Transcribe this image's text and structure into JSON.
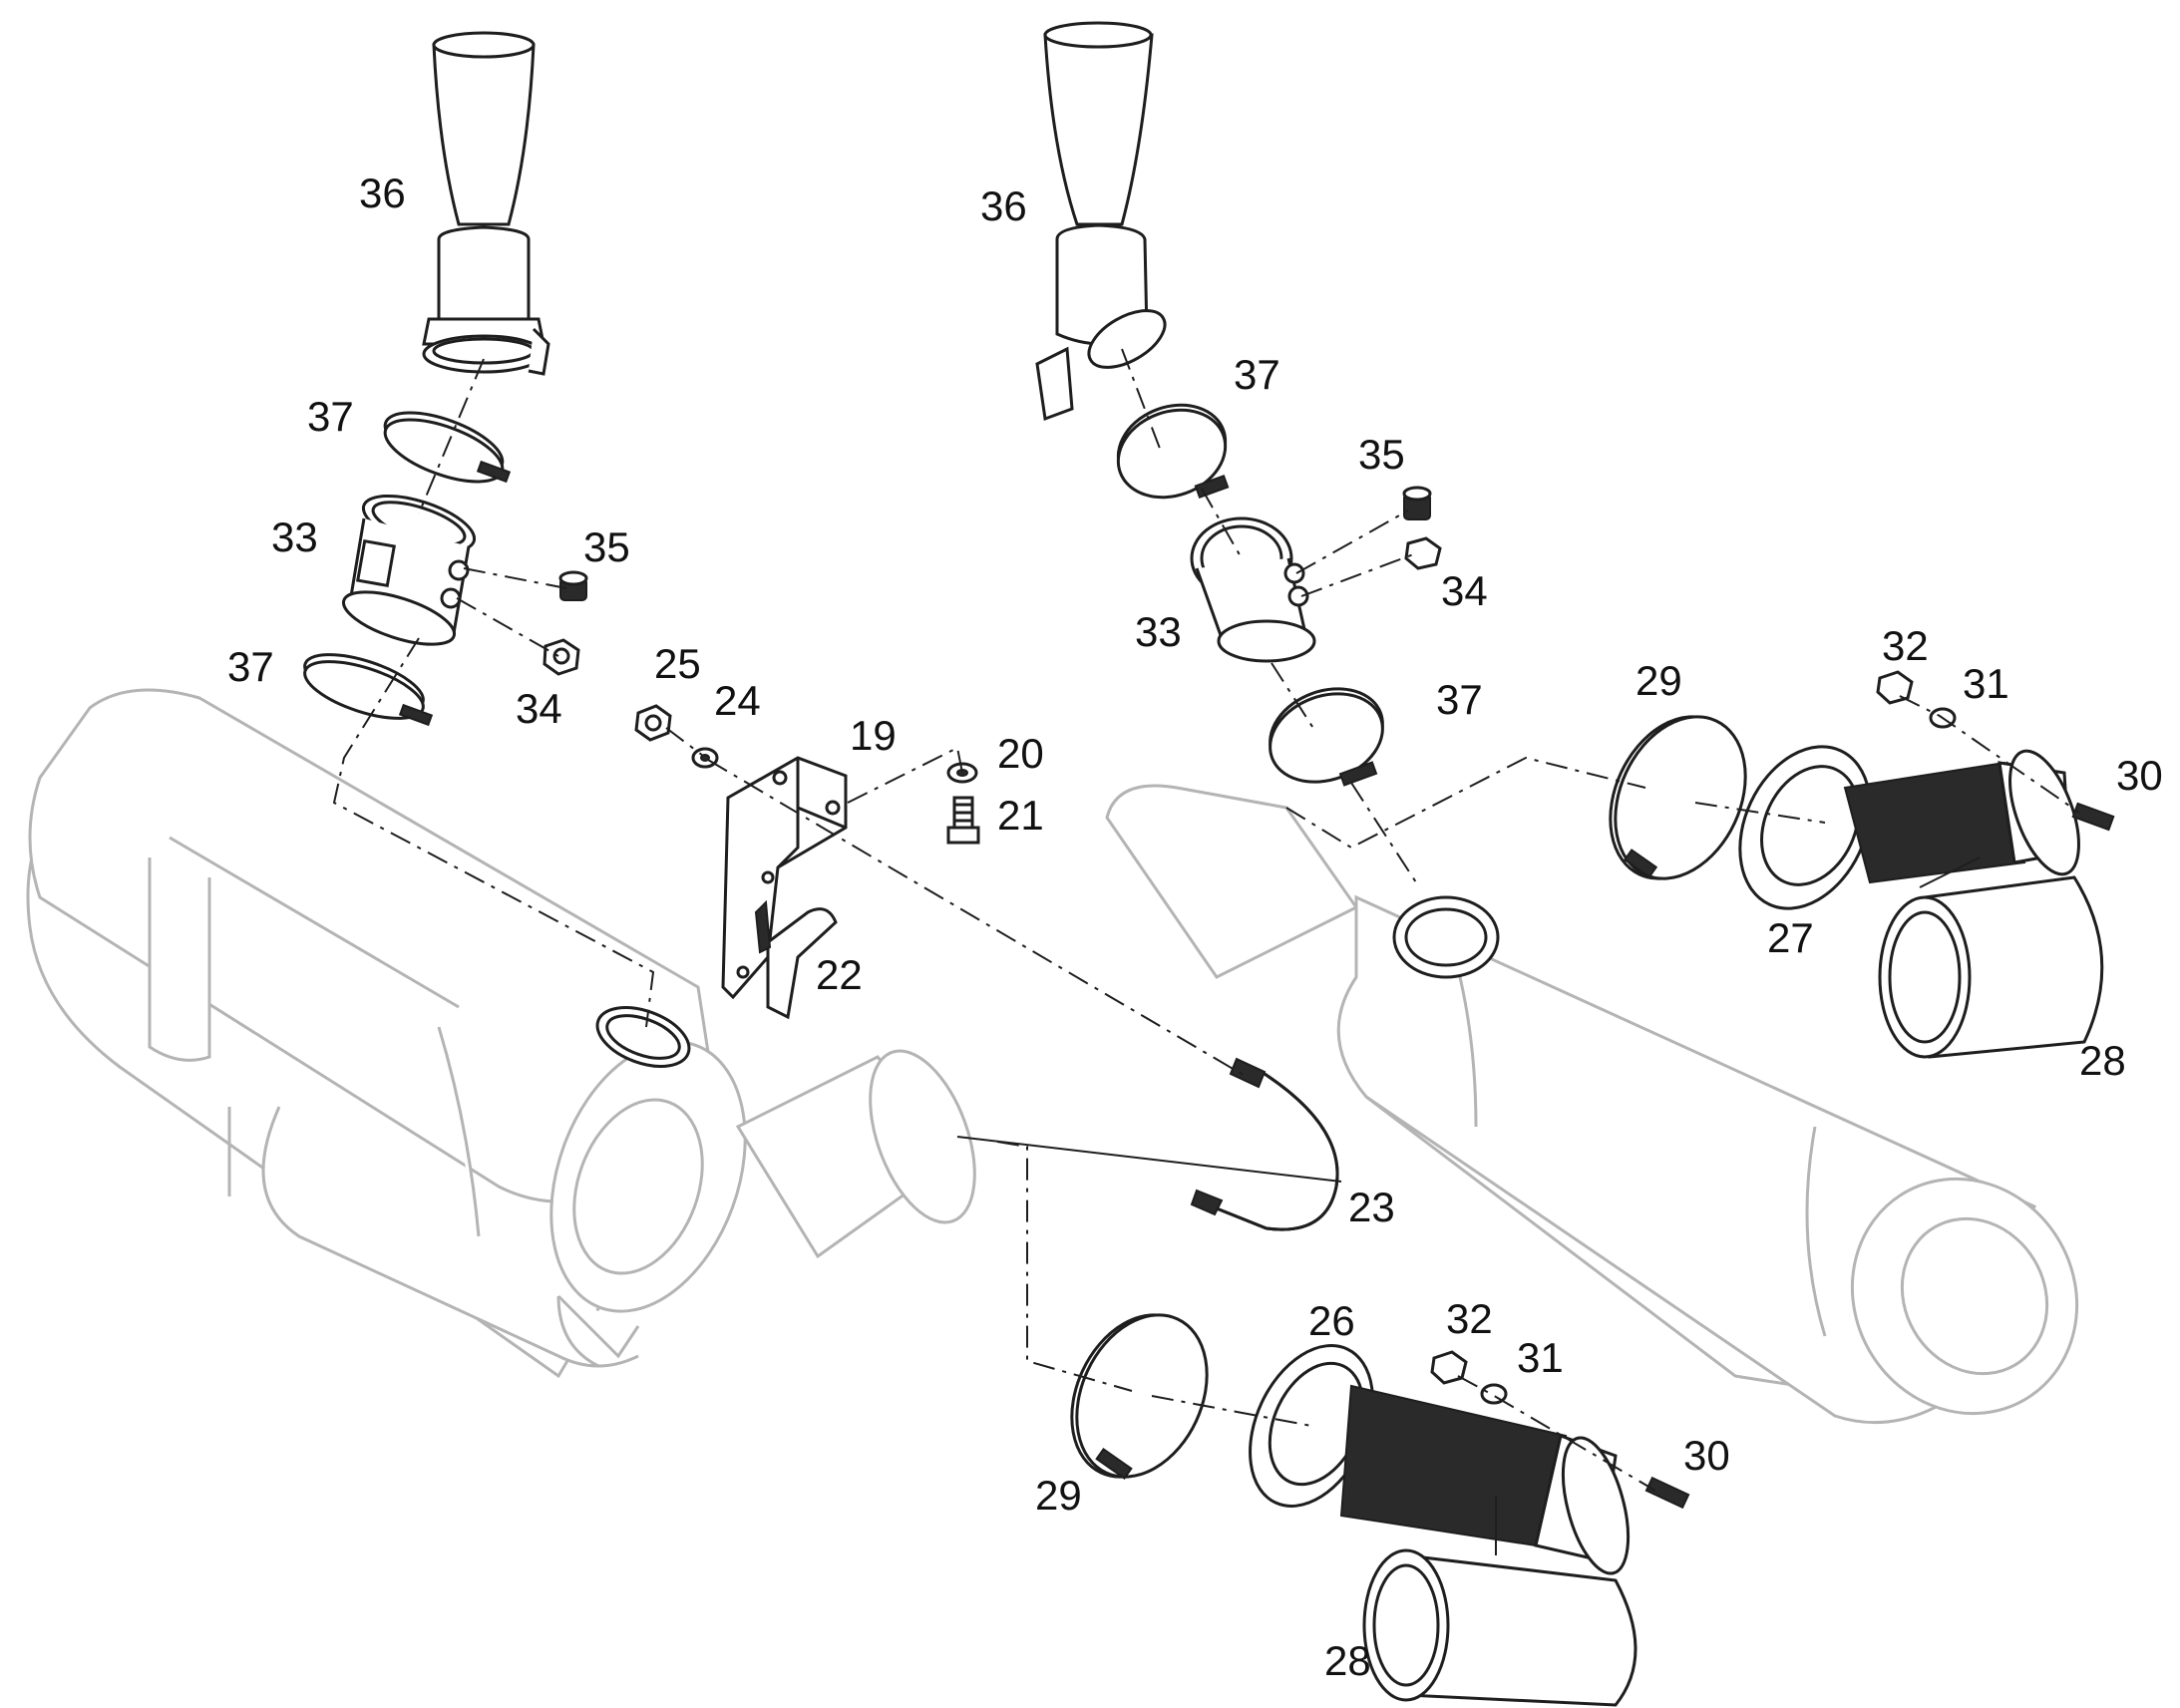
{
  "diagram": {
    "type": "exploded-parts-diagram",
    "colors": {
      "ghost_outline": "#b4b4b4",
      "part_outline": "#1e1e1e",
      "background": "#ffffff"
    }
  },
  "callouts": {
    "c36a": "36",
    "c36b": "36",
    "c37a": "37",
    "c37b": "37",
    "c37c": "37",
    "c37d": "37",
    "c33a": "33",
    "c33b": "33",
    "c35a": "35",
    "c35b": "35",
    "c34a": "34",
    "c34b": "34",
    "c25": "25",
    "c24": "24",
    "c19": "19",
    "c20": "20",
    "c21": "21",
    "c22": "22",
    "c23": "23",
    "c29a": "29",
    "c29b": "29",
    "c32a": "32",
    "c32b": "32",
    "c31a": "31",
    "c31b": "31",
    "c30a": "30",
    "c30b": "30",
    "c27": "27",
    "c28a": "28",
    "c28b": "28",
    "c26": "26"
  }
}
